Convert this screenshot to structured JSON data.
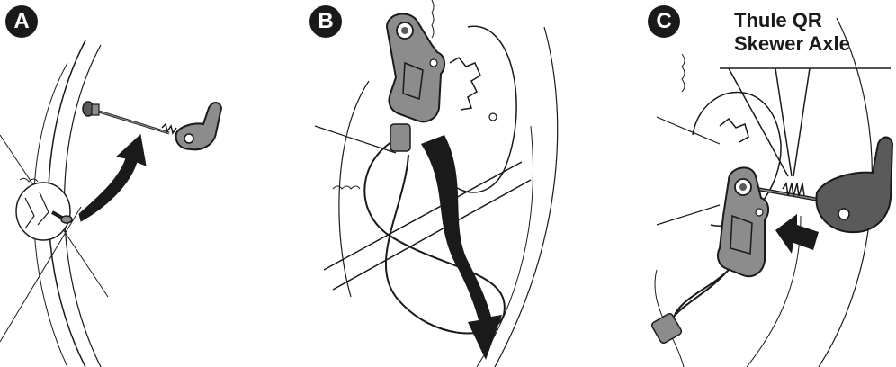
{
  "panels": [
    {
      "label": "A"
    },
    {
      "label": "B"
    },
    {
      "label": "C",
      "callout": [
        "Thule QR",
        "Skewer Axle"
      ]
    }
  ],
  "colors": {
    "ink": "#1a1a1a",
    "part_gray": "#8c8c8c",
    "part_dark": "#5a5a5a",
    "paper": "#ffffff"
  },
  "icons": [
    "quick-release-skewer-icon",
    "sensor-bracket-icon",
    "curved-arrow-icon",
    "push-arrow-icon"
  ]
}
